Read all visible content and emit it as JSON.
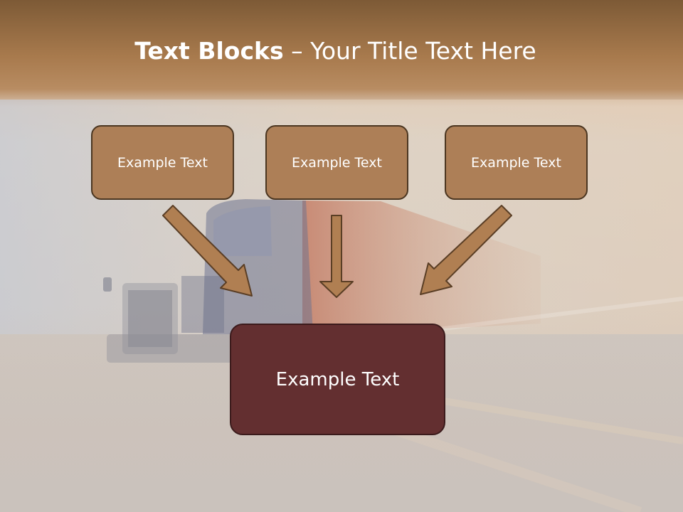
{
  "title": {
    "bold": "Text Blocks",
    "dash": " – ",
    "rest": "Your Title Text Here"
  },
  "blocks": [
    {
      "label": "Example Text"
    },
    {
      "label": "Example Text"
    },
    {
      "label": "Example Text"
    }
  ],
  "main_block": {
    "label": "Example Text"
  },
  "colors": {
    "block_fill": "#ad7f57",
    "block_border": "#4b3621",
    "main_fill": "#632f30",
    "arrow_fill": "#b07f52",
    "title_color": "#ffffff"
  },
  "background": {
    "image_subject": "semi-truck",
    "image_icon": "truck-photo"
  }
}
